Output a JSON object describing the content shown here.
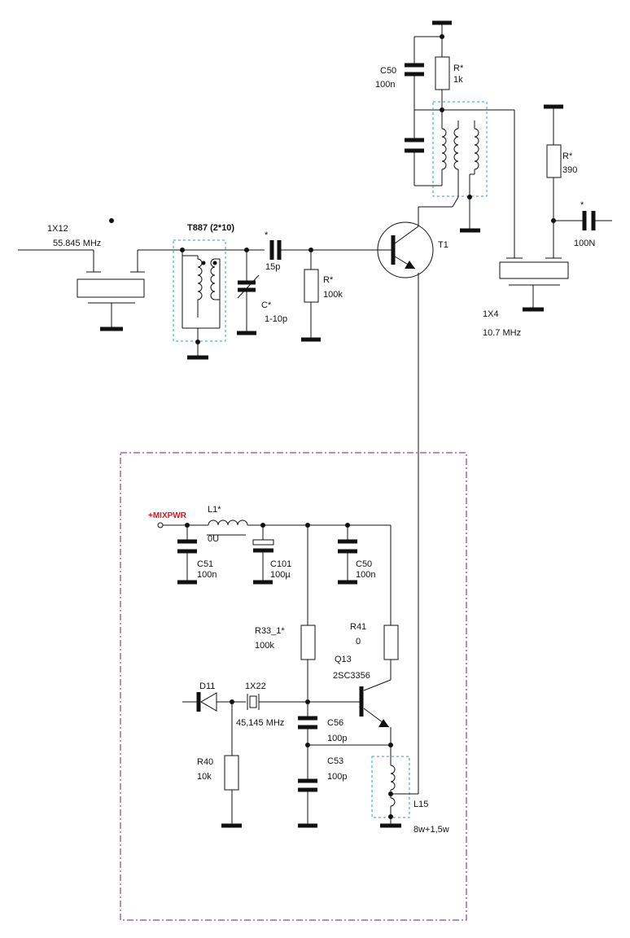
{
  "labels": {
    "xtal_1x12": "1X12",
    "xtal_1x12_freq": "55.845 MHz",
    "transformer": "T887 (2*10)",
    "cap_15p_star": "*",
    "cap_15p": "15p",
    "trimmer_name": "C*",
    "trimmer_value": "1-10p",
    "r_base_name": "R*",
    "r_base_value": "100k",
    "transistor_t1": "T1",
    "c50_top_name": "C50",
    "c50_top_value": "100n",
    "r_top_name": "R*",
    "r_top_value": "1k",
    "r390_name": "R*",
    "r390_value": "390",
    "cap_100n_star": "*",
    "cap_100n_value": "100N",
    "filter_1x4": "1X4",
    "filter_1x4_freq": "10.7 MHz",
    "mixpwr": "+MIXPWR",
    "l1_name": "L1*",
    "l1_value": "0U",
    "c51_name": "C51",
    "c51_value": "100n",
    "c101_name": "C101",
    "c101_value": "100µ",
    "c50_low_name": "C50",
    "c50_low_value": "100n",
    "r33_name": "R33_1*",
    "r33_value": "100k",
    "r41_name": "R41",
    "r41_value": "0",
    "q13_name": "Q13",
    "q13_type": "2SC3356",
    "d11_name": "D11",
    "xtal_1x22": "1X22",
    "xtal_1x22_freq": "45,145 MHz",
    "c56_name": "C56",
    "c56_value": "100p",
    "c53_name": "C53",
    "c53_value": "100p",
    "r40_name": "R40",
    "r40_value": "10k",
    "l15_name": "L15",
    "l15_value": "8w+1,5w"
  }
}
